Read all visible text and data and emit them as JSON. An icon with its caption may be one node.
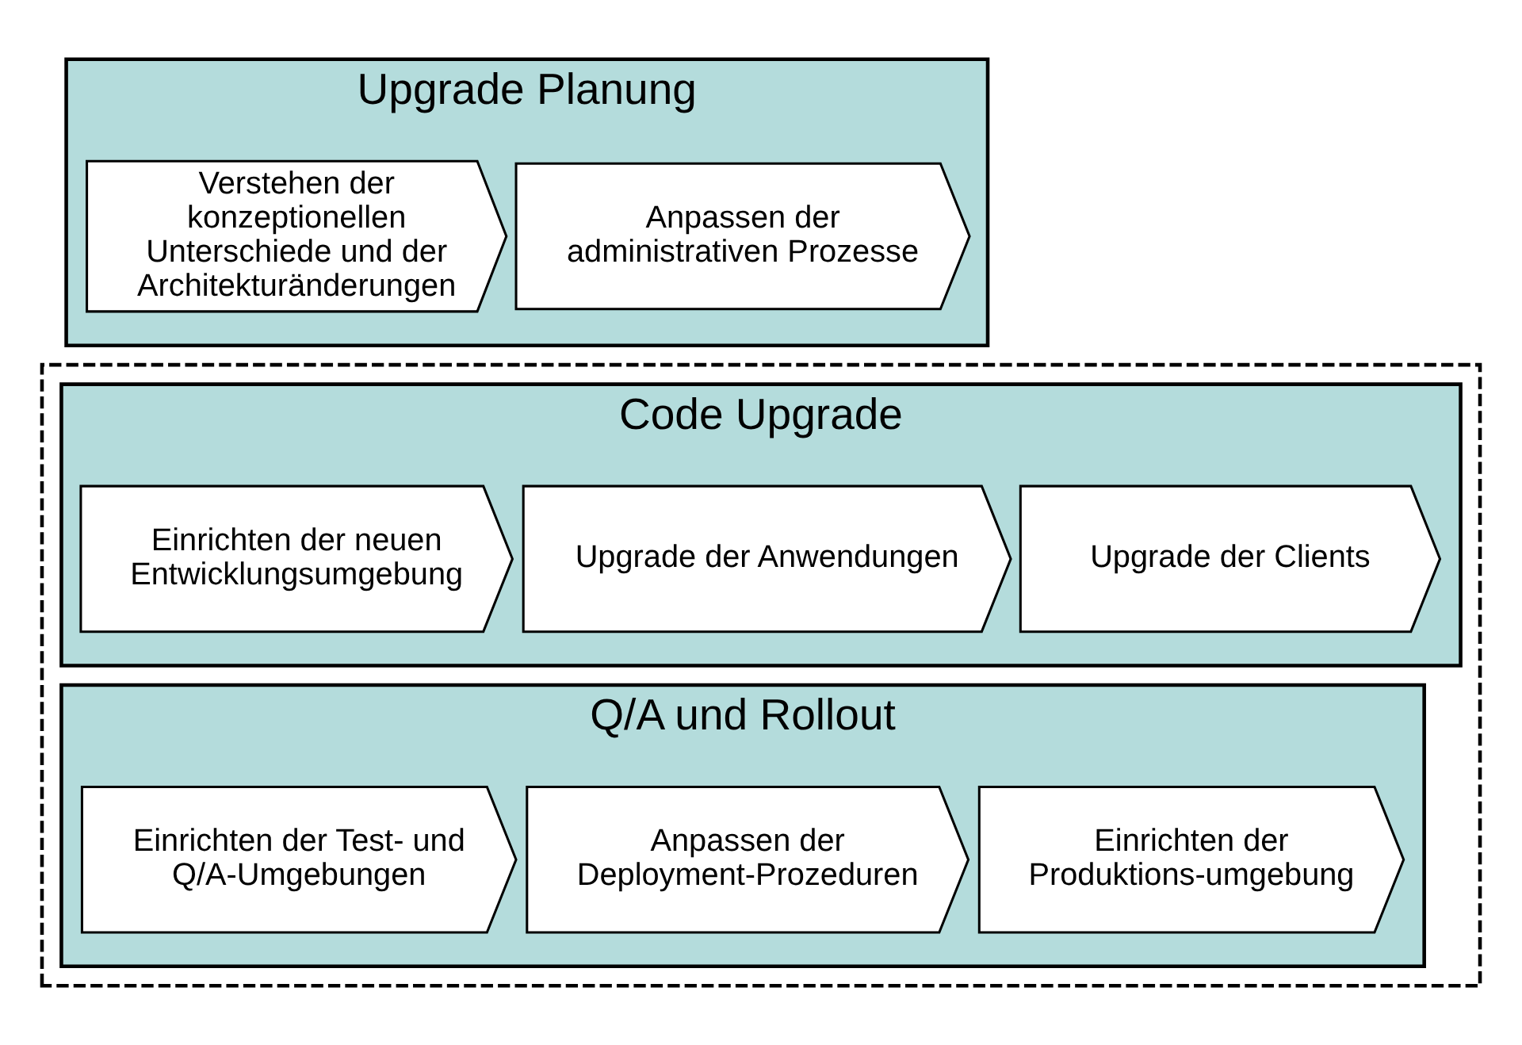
{
  "diagram": {
    "nodes": [
      {
        "text": [
          "Upgrade Planung"
        ]
      },
      {
        "text": [
          "Verstehen der konzeptionellen Unterschiede und der Architekturänderungen"
        ],
        "in": 0
      },
      {
        "text": [
          "Anpassen der administrativen Prozesse"
        ],
        "in": 0
      },
      {
        "text": [],
        "shape": "box"
      },
      {
        "text": [
          "Code Upgrade"
        ],
        "in": 3
      },
      {
        "text": [
          "Einrichten der neuen Entwicklungsumgebung"
        ],
        "in": 4
      },
      {
        "text": [
          "Upgrade der Anwendungen"
        ],
        "in": 4
      },
      {
        "text": [
          "Upgrade der Clients"
        ],
        "in": 4
      },
      {
        "text": [
          "Q/A und Rollout"
        ],
        "in": 3
      },
      {
        "text": [
          "Einrichten der Test- und Q/A-Umgebungen"
        ],
        "in": 8
      },
      {
        "text": [
          "Anpassen der Deployment-Prozeduren"
        ],
        "in": 8
      },
      {
        "text": [
          "Einrichten der Produktions-umgebung"
        ],
        "in": 8
      }
    ],
    "edges": []
  }
}
